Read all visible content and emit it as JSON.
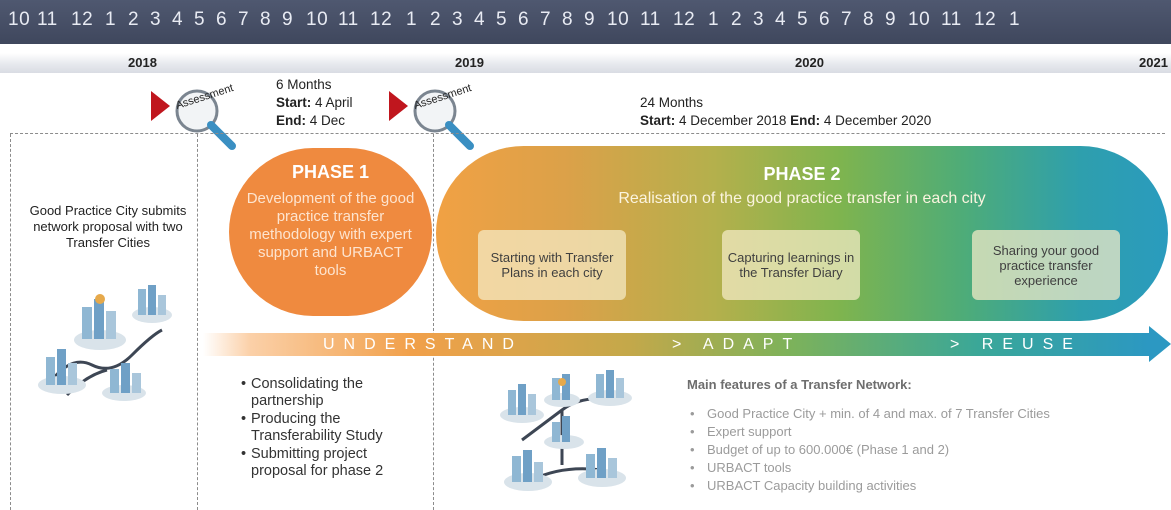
{
  "timeline": {
    "months": [
      "10",
      "11",
      "12",
      "1",
      "2",
      "3",
      "4",
      "5",
      "6",
      "7",
      "8",
      "9",
      "10",
      "11",
      "12",
      "1",
      "2",
      "3",
      "4",
      "5",
      "6",
      "7",
      "8",
      "9",
      "10",
      "11",
      "12",
      "1",
      "2",
      "3",
      "4",
      "5",
      "6",
      "7",
      "8",
      "9",
      "10",
      "11",
      "12",
      "1"
    ],
    "years": [
      "2018",
      "2019",
      "2020",
      "2021"
    ]
  },
  "assessment": {
    "label": "Assessment"
  },
  "phase1_info": {
    "duration": "6 Months",
    "start_label": "Start:",
    "start_value": "4 April",
    "end_label": "End:",
    "end_value": "4 Dec"
  },
  "phase2_info": {
    "duration": "24 Months",
    "start_label": "Start:",
    "start_value": "4 December 2018",
    "end_label": "End:",
    "end_value": "4 December 2020"
  },
  "good_practice_city": "Good Practice City submits network proposal with two Transfer Cities",
  "phase1": {
    "title": "PHASE 1",
    "description": "Development of the good practice transfer methodology with expert support and URBACT tools"
  },
  "phase2": {
    "title": "PHASE 2",
    "subtitle": "Realisation of the good practice transfer in each city",
    "steps": [
      "Starting with Transfer Plans in each city",
      "Capturing learnings in the Transfer Diary",
      "Sharing your good practice transfer experience"
    ]
  },
  "progress_arrow": {
    "understand": "UNDERSTAND",
    "adapt": "> ADAPT",
    "reuse": "> REUSE"
  },
  "phase1_bullets": [
    "Consolidating the partnership",
    "Producing the Transferability Study",
    "Submitting project proposal for phase 2"
  ],
  "main_features": {
    "title": "Main features of a Transfer Network:",
    "items": [
      "Good Practice City + min. of 4 and max. of 7 Transfer Cities",
      "Expert support",
      "Budget of up to 600.000€ (Phase 1 and 2)",
      "URBACT tools",
      "URBACT Capacity building activities"
    ]
  },
  "colors": {
    "timeline_bar": "#464e65",
    "assessment_flag": "#c0161e",
    "phase1": "#ef8a3f",
    "phase2_start": "#f1a144",
    "phase2_mid": "#7fb44e",
    "phase2_end": "#2a9bbe"
  },
  "icons": [
    "magnifier-icon",
    "flag-icon",
    "city-cluster-illustration"
  ]
}
